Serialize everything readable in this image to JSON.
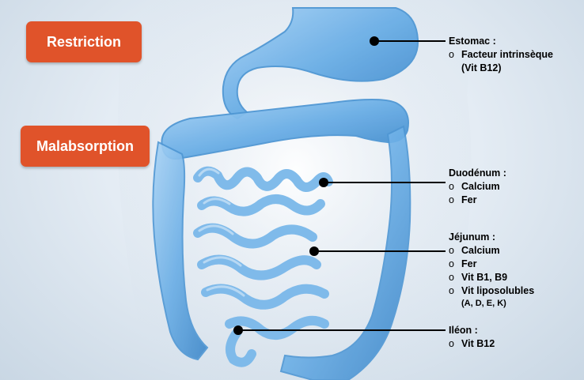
{
  "badges": {
    "restriction": "Restriction",
    "malabsorption": "Malabsorption"
  },
  "labels": {
    "estomac": {
      "title": "Estomac :",
      "items": [
        "Facteur intrinsèque",
        "(Vit B12)"
      ]
    },
    "duodenum": {
      "title": "Duodénum :",
      "items": [
        "Calcium",
        "Fer"
      ]
    },
    "jejunum": {
      "title": "Jéjunum :",
      "items": [
        "Calcium",
        "Fer",
        "Vit B1, B9",
        "Vit liposolubles"
      ],
      "note": "(A, D, E, K)"
    },
    "ileon": {
      "title": "Iléon :",
      "items": [
        "Vit B12"
      ]
    }
  },
  "bullet": "o",
  "colors": {
    "badge": "#e0532a",
    "organ": "#6aaee6",
    "organ_dark": "#3c86c8",
    "line": "#000000"
  }
}
